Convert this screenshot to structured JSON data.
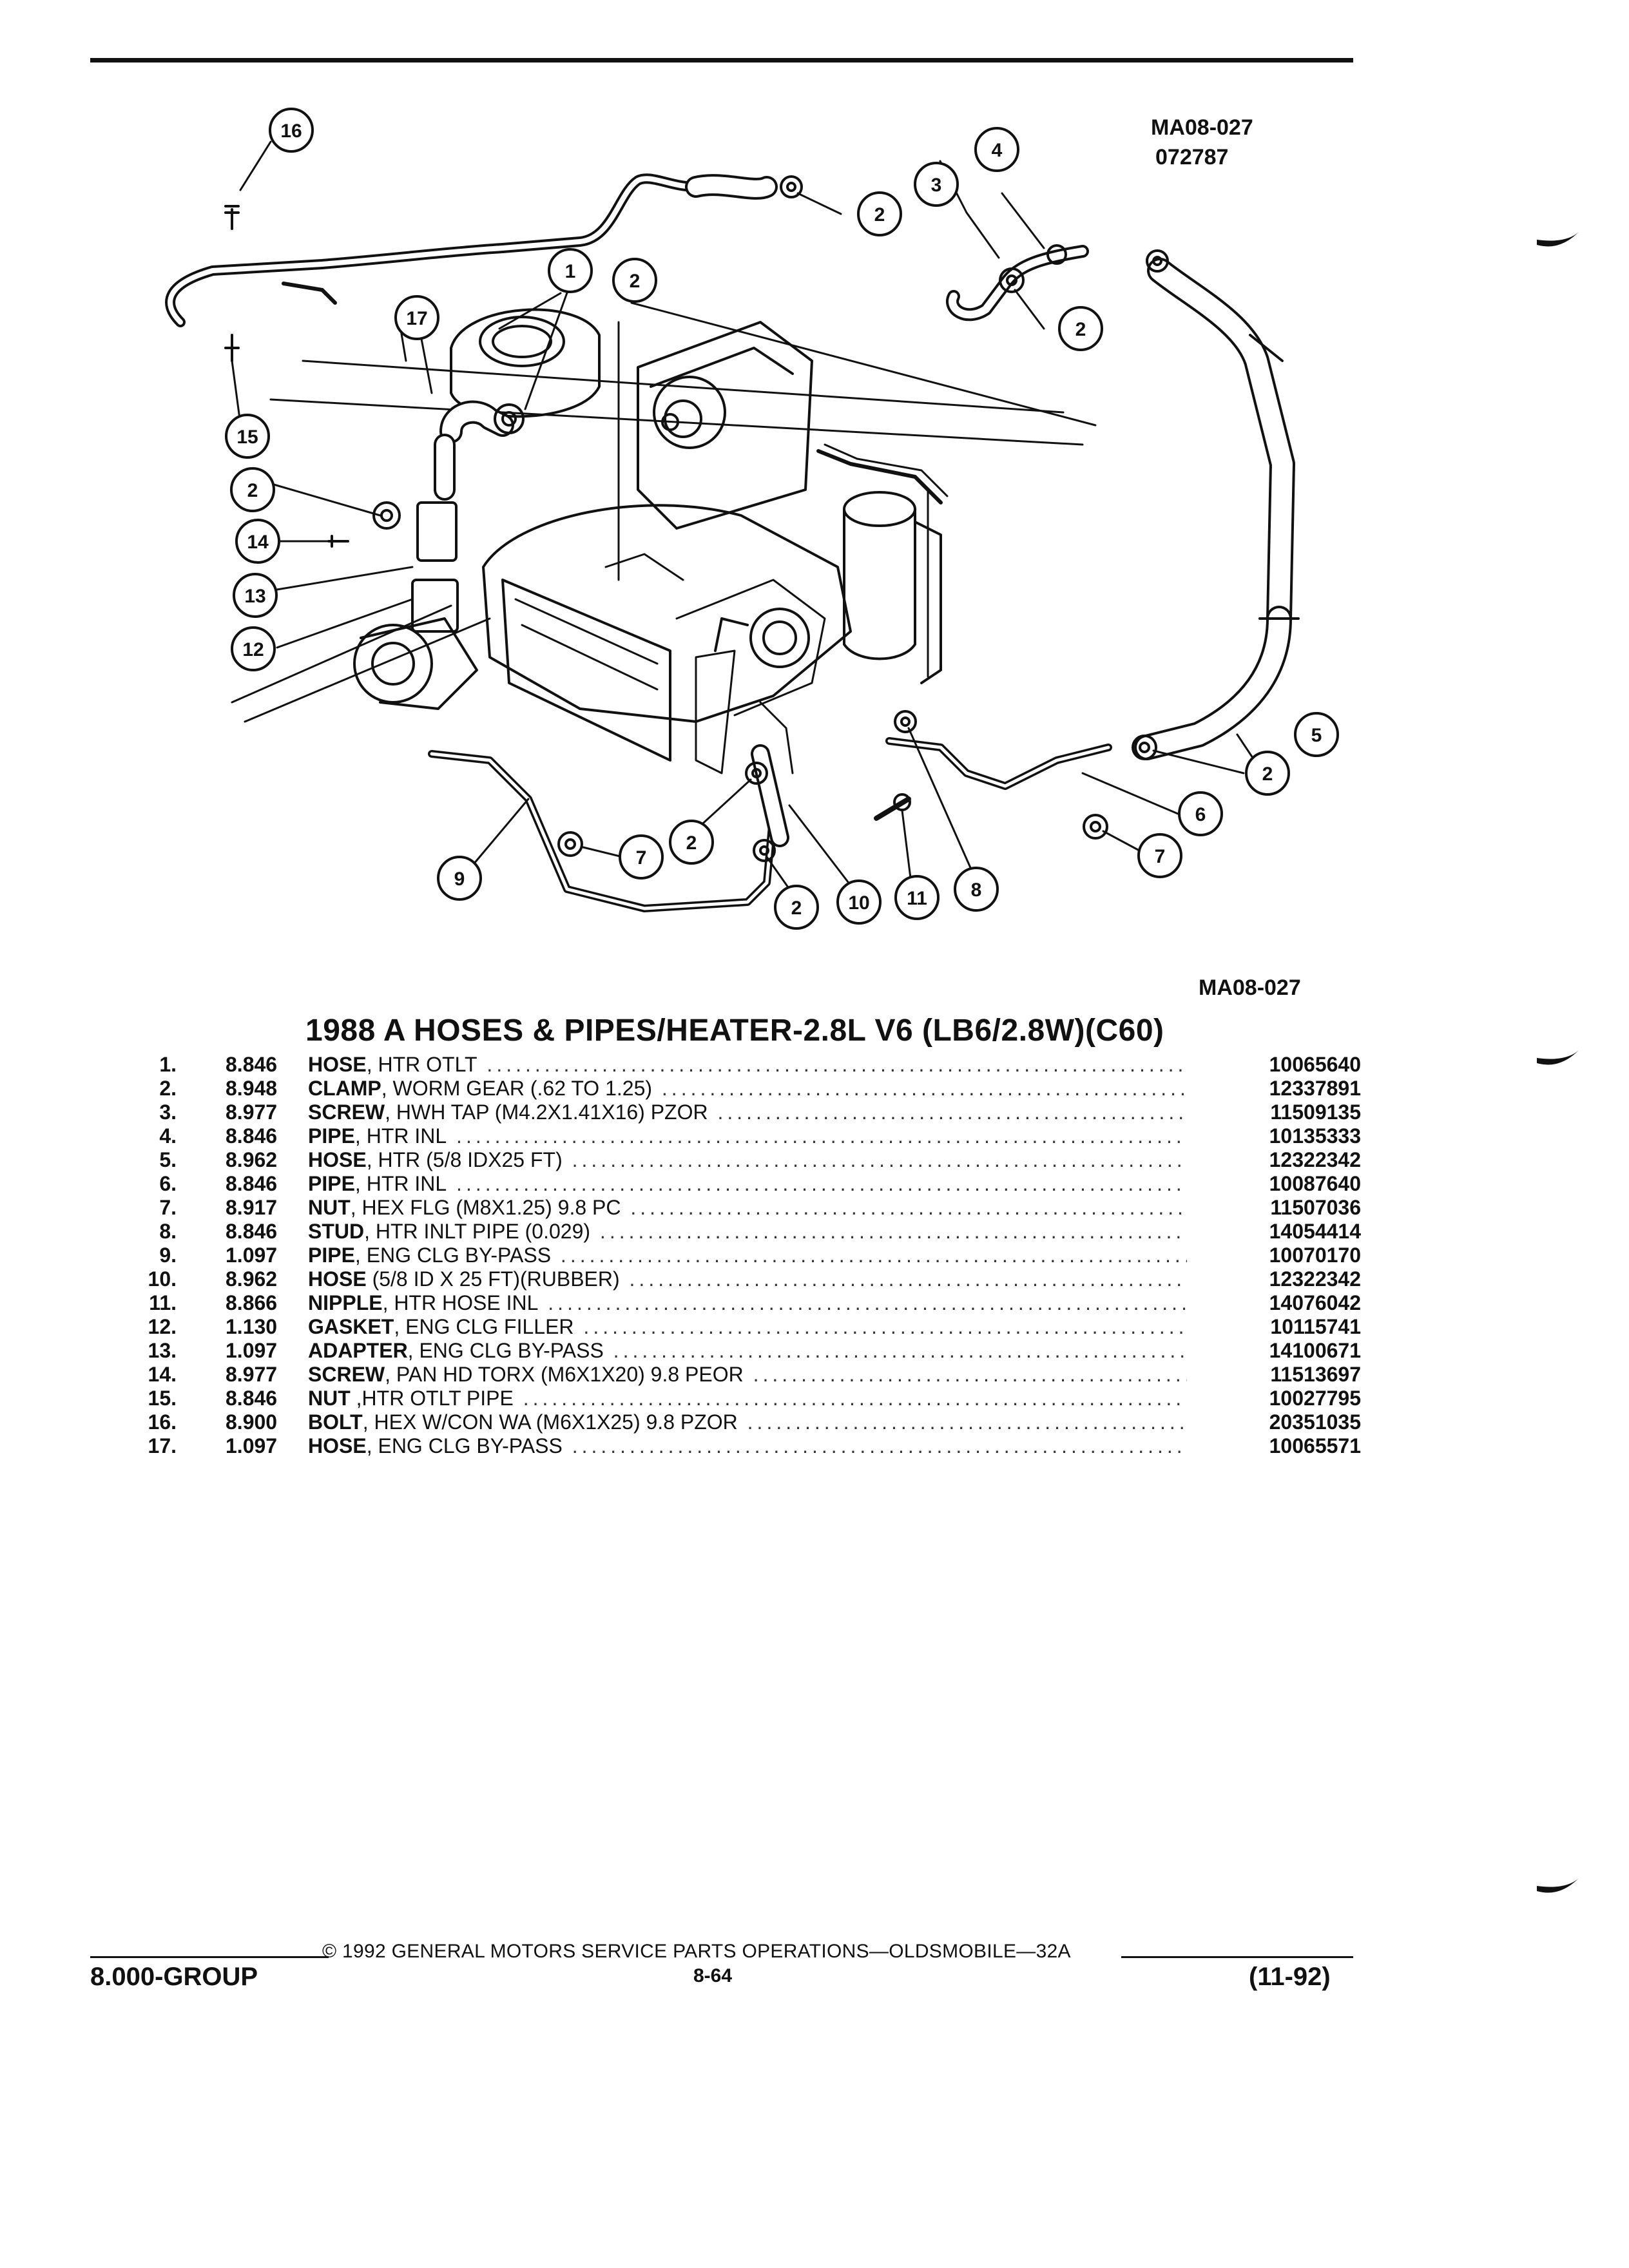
{
  "figure": {
    "code_top": "MA08-027",
    "date_code": "072787",
    "code_bottom": "MA08-027",
    "callouts": [
      "1",
      "2",
      "3",
      "4",
      "5",
      "6",
      "7",
      "8",
      "9",
      "10",
      "11",
      "12",
      "13",
      "14",
      "15",
      "16",
      "17"
    ]
  },
  "title": "1988 A HOSES & PIPES/HEATER-2.8L V6 (LB6/2.8W)(C60)",
  "parts": [
    {
      "no": "1.",
      "group": "8.846",
      "name": "HOSE",
      "spec": ", HTR OTLT",
      "part": "10065640"
    },
    {
      "no": "2.",
      "group": "8.948",
      "name": "CLAMP",
      "spec": ", WORM GEAR (.62 TO 1.25)",
      "part": "12337891"
    },
    {
      "no": "3.",
      "group": "8.977",
      "name": "SCREW",
      "spec": ", HWH TAP (M4.2X1.41X16) PZOR",
      "part": "11509135"
    },
    {
      "no": "4.",
      "group": "8.846",
      "name": "PIPE",
      "spec": ", HTR INL",
      "part": "10135333"
    },
    {
      "no": "5.",
      "group": "8.962",
      "name": "HOSE",
      "spec": ", HTR (5/8 IDX25 FT)",
      "part": "12322342"
    },
    {
      "no": "6.",
      "group": "8.846",
      "name": "PIPE",
      "spec": ", HTR INL",
      "part": "10087640"
    },
    {
      "no": "7.",
      "group": "8.917",
      "name": "NUT",
      "spec": ", HEX FLG (M8X1.25) 9.8 PC",
      "part": "11507036"
    },
    {
      "no": "8.",
      "group": "8.846",
      "name": "STUD",
      "spec": ", HTR INLT PIPE (0.029)",
      "part": "14054414"
    },
    {
      "no": "9.",
      "group": "1.097",
      "name": "PIPE",
      "spec": ", ENG CLG BY-PASS",
      "part": "10070170"
    },
    {
      "no": "10.",
      "group": "8.962",
      "name": "HOSE",
      "spec": " (5/8 ID X 25 FT)(RUBBER)",
      "part": "12322342"
    },
    {
      "no": "11.",
      "group": "8.866",
      "name": "NIPPLE",
      "spec": ", HTR HOSE INL",
      "part": "14076042"
    },
    {
      "no": "12.",
      "group": "1.130",
      "name": "GASKET",
      "spec": ", ENG CLG FILLER",
      "part": "10115741"
    },
    {
      "no": "13.",
      "group": "1.097",
      "name": "ADAPTER",
      "spec": ", ENG CLG BY-PASS",
      "part": "14100671"
    },
    {
      "no": "14.",
      "group": "8.977",
      "name": "SCREW",
      "spec": ", PAN HD TORX (M6X1X20) 9.8 PEOR",
      "part": "11513697"
    },
    {
      "no": "15.",
      "group": "8.846",
      "name": "NUT",
      "spec": " ,HTR OTLT PIPE",
      "part": "10027795"
    },
    {
      "no": "16.",
      "group": "8.900",
      "name": "BOLT",
      "spec": ", HEX W/CON WA (M6X1X25) 9.8 PZOR",
      "part": "20351035"
    },
    {
      "no": "17.",
      "group": "1.097",
      "name": "HOSE",
      "spec": ", ENG CLG BY-PASS",
      "part": "10065571"
    }
  ],
  "footer": {
    "copyright": "© 1992 GENERAL MOTORS SERVICE PARTS OPERATIONS—OLDSMOBILE—32A",
    "group": "8.000-GROUP",
    "page": "8-64",
    "date": "(11-92)"
  }
}
